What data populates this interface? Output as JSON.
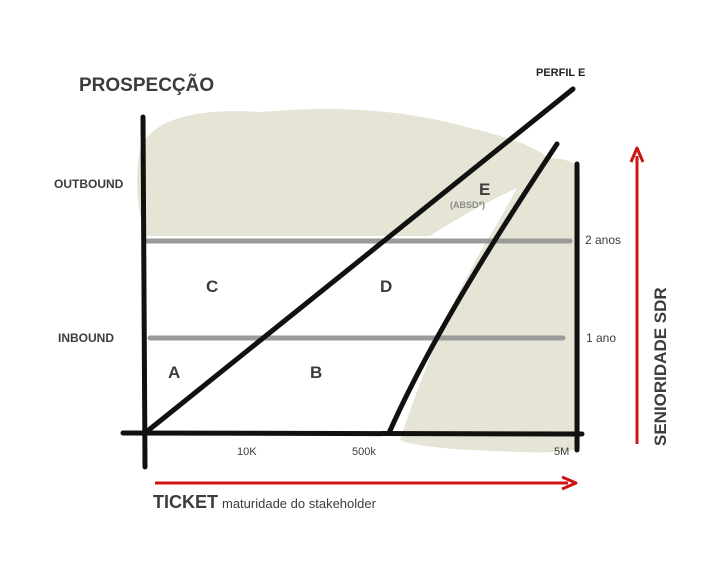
{
  "diagram": {
    "prospection_label": "PROSPECÇÃO",
    "outbound_label": "OUTBOUND",
    "inbound_label": "INBOUND",
    "perfil_label": "PERFIL E",
    "zones": {
      "a": "A",
      "b": "B",
      "c": "C",
      "d": "D",
      "e": "E",
      "e_note": "(ABSD*)"
    },
    "x_ticks": [
      "10K",
      "500k",
      "5M"
    ],
    "seniority_ticks": [
      "2 anos",
      "1 ano"
    ],
    "x_axis_title": "TICKET",
    "x_axis_subtitle": "maturidade do stakeholder",
    "y_axis_title": "SENIORIDADE SDR",
    "colors": {
      "shade": "#e6e4d5",
      "line": "#111111",
      "threshold": "#9a9a9a",
      "arrow": "#cc1414",
      "label": "#3c3c3c",
      "muted": "#8a8a8a"
    }
  }
}
